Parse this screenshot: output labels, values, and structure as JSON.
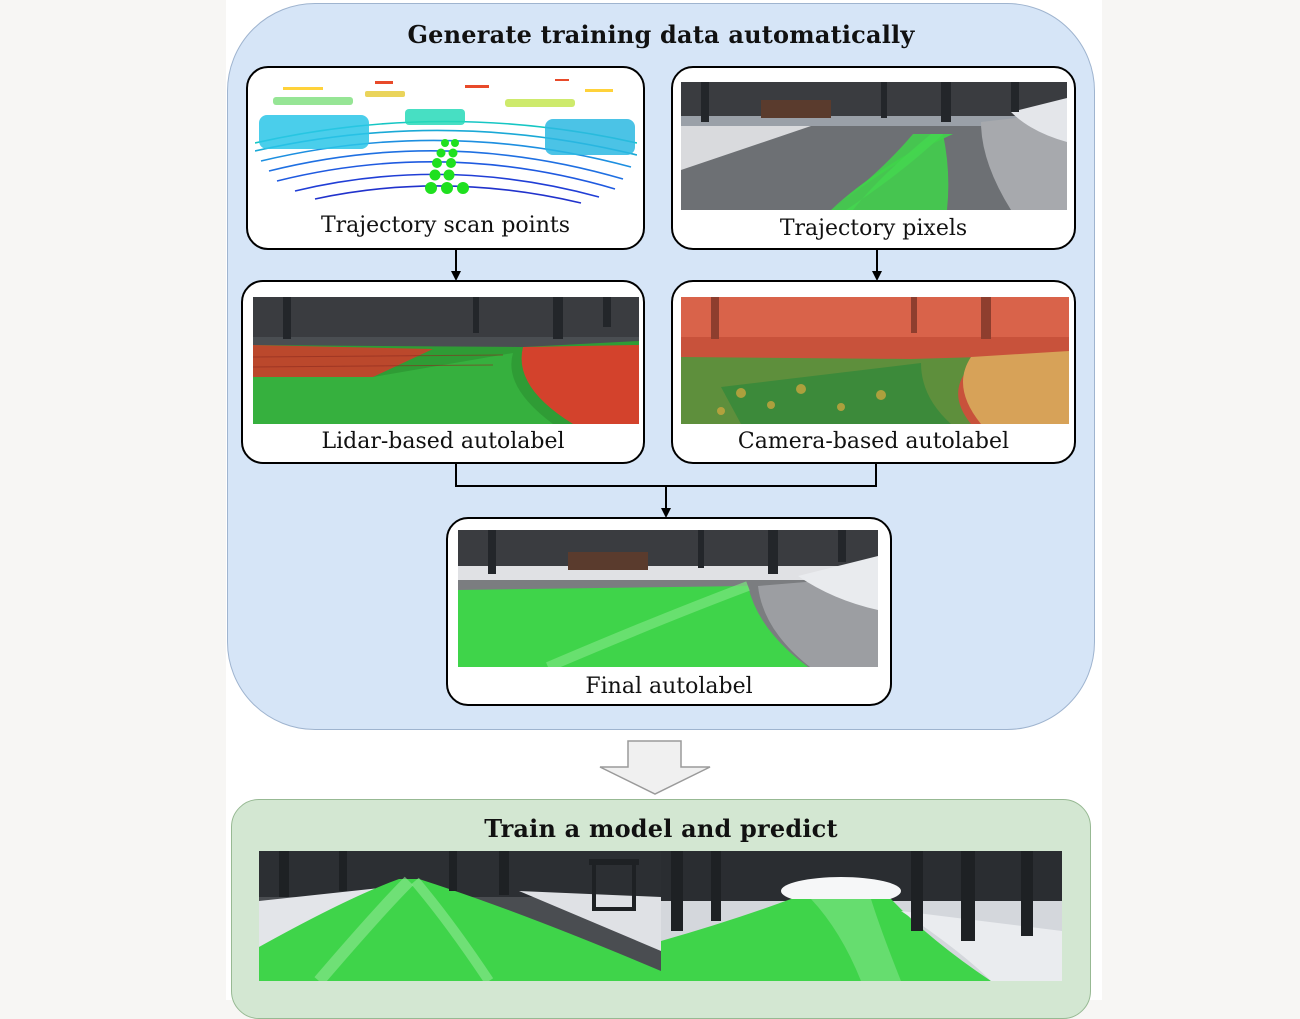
{
  "top_panel": {
    "title": "Generate training data automatically"
  },
  "boxes": {
    "trajectory_scan_points": {
      "caption": "Trajectory scan points"
    },
    "trajectory_pixels": {
      "caption": "Trajectory pixels"
    },
    "lidar_autolabel": {
      "caption": "Lidar-based autolabel"
    },
    "camera_autolabel": {
      "caption": "Camera-based autolabel"
    },
    "final_autolabel": {
      "caption": "Final autolabel"
    }
  },
  "bottom_panel": {
    "title": "Train a model and predict"
  },
  "colors": {
    "top_panel_fill": "#d6e5f7",
    "bottom_panel_fill": "#d3e7d2",
    "drivable_overlay": "#3fd44a",
    "non_drivable_overlay": "#e8372b",
    "trajectory_points": "#22e022"
  }
}
